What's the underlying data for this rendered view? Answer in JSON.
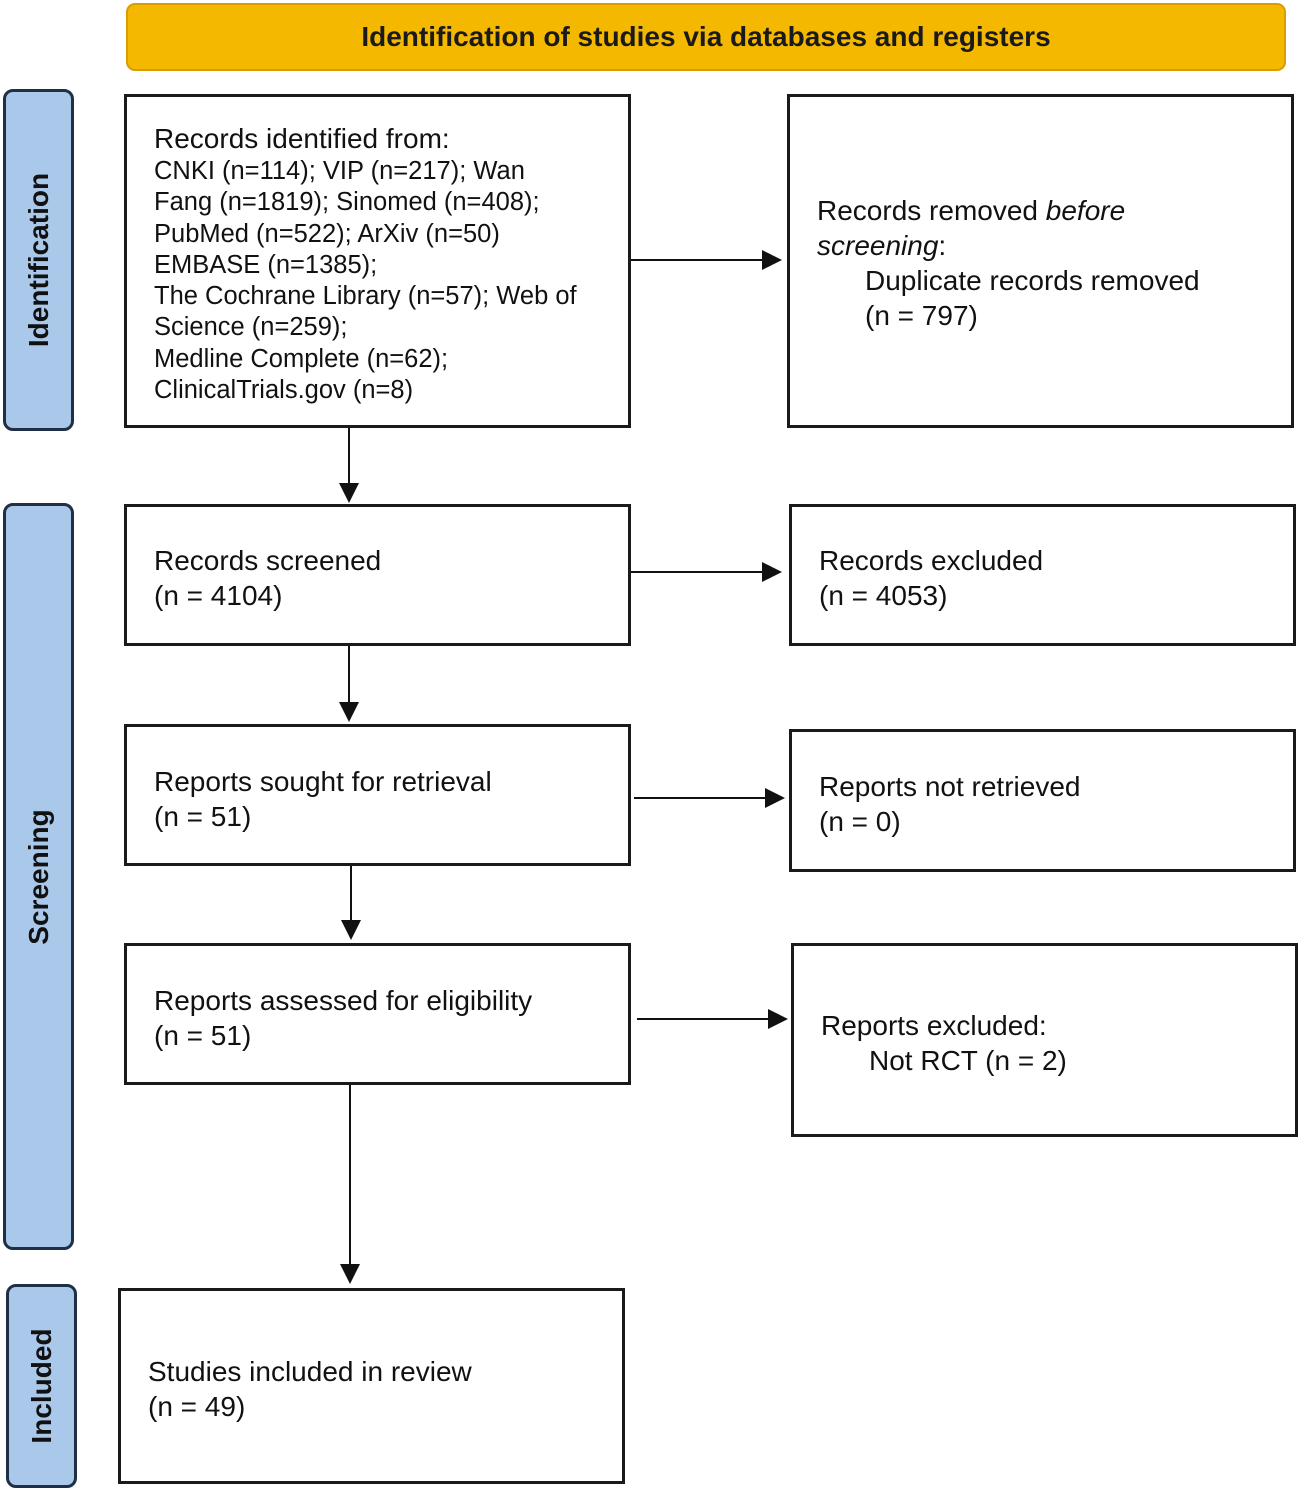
{
  "header": {
    "title": "Identification of studies via databases and registers"
  },
  "phases": {
    "identification": "Identification",
    "screening": "Screening",
    "included": "Included"
  },
  "boxes": {
    "records_identified": {
      "heading": "Records identified from:",
      "lines": [
        "CNKI (n=114); VIP (n=217); Wan",
        "Fang (n=1819); Sinomed (n=408);",
        "PubMed (n=522); ArXiv (n=50)",
        "EMBASE (n=1385);",
        "The Cochrane Library (n=57); Web of",
        "Science (n=259);",
        "Medline Complete (n=62);",
        "ClinicalTrials.gov (n=8)"
      ]
    },
    "records_removed": {
      "line1_prefix": "Records removed ",
      "line1_italic": "before",
      "line2_italic": "screening",
      "line2_suffix": ":",
      "line3": "Duplicate records removed",
      "line4": "(n = 797)"
    },
    "records_screened": {
      "line1": "Records screened",
      "line2": "(n = 4104)"
    },
    "records_excluded": {
      "line1": "Records excluded",
      "line2": "(n = 4053)"
    },
    "reports_sought": {
      "line1": "Reports sought for retrieval",
      "line2": "(n = 51)"
    },
    "reports_not_retrieved": {
      "line1": "Reports not retrieved",
      "line2": "(n = 0)"
    },
    "reports_assessed": {
      "line1": "Reports assessed for eligibility",
      "line2": "(n = 51)"
    },
    "reports_excluded": {
      "line1": "Reports excluded:",
      "line2": "Not RCT (n = 2)"
    },
    "studies_included": {
      "line1": "Studies included in review",
      "line2": "(n = 49)"
    }
  }
}
